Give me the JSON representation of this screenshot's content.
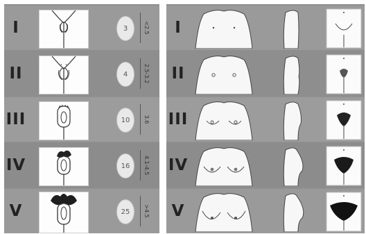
{
  "stages": [
    {
      "label": "I",
      "volume": "3",
      "length": "<2.5"
    },
    {
      "label": "II",
      "volume": "4",
      "length": "2.5-3.2"
    },
    {
      "label": "III",
      "volume": "10",
      "length": "3.6"
    },
    {
      "label": "IV",
      "volume": "16",
      "length": "4.1-4.5"
    },
    {
      "label": "V",
      "volume": "25",
      "length": ">4.5"
    }
  ],
  "right_stages": [
    "I",
    "II",
    "III",
    "IV",
    "V"
  ]
}
